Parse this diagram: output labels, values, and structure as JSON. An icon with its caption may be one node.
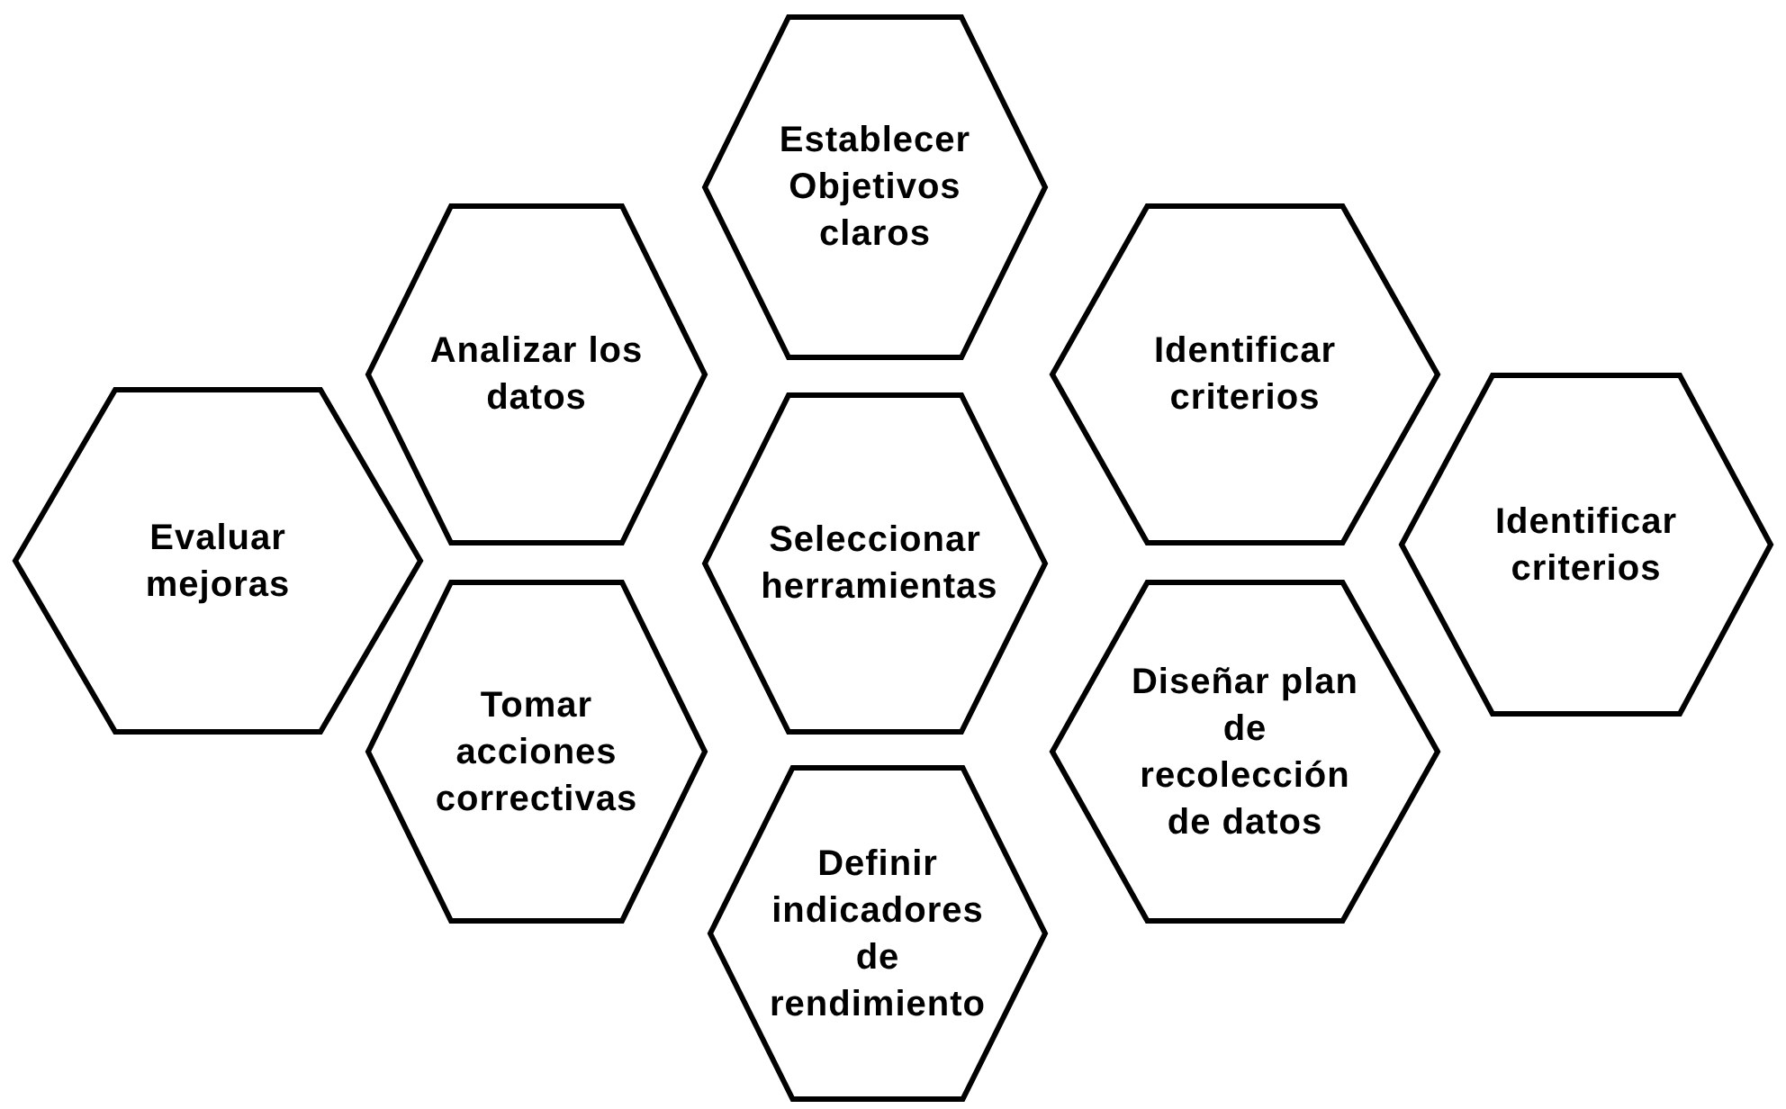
{
  "diagram": {
    "nodes": [
      {
        "text": [
          "Establecer Objetivos claros"
        ]
      },
      {
        "text": [
          "Analizar los datos"
        ]
      },
      {
        "text": [
          "Identificar criterios"
        ]
      },
      {
        "text": [
          "Evaluar mejoras"
        ]
      },
      {
        "text": [
          "Seleccionar herramientas"
        ]
      },
      {
        "text": [
          "Identificar criterios"
        ]
      },
      {
        "text": [
          "Tomar acciones correctivas"
        ]
      },
      {
        "text": [
          "Diseñar plan de recolección de datos"
        ]
      },
      {
        "text": [
          "Definir indicadores de rendimiento"
        ]
      }
    ],
    "edges": []
  }
}
